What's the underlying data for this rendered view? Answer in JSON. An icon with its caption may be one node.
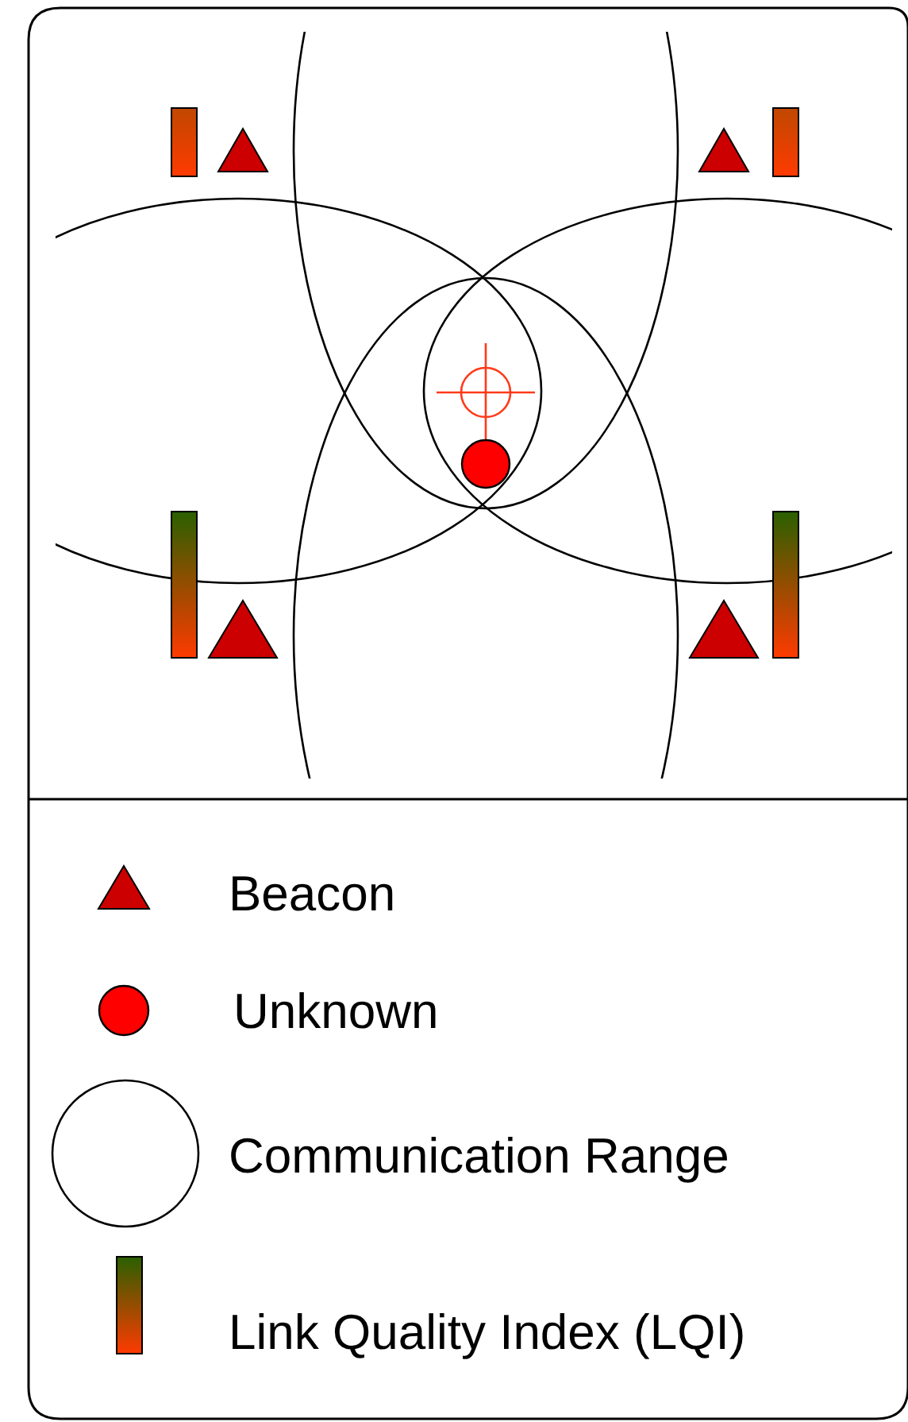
{
  "diagram": {
    "legend": [
      {
        "text": "Beacon"
      },
      {
        "text": "Unknown"
      },
      {
        "text": "Communication Range"
      },
      {
        "text": "Link Quality Index (LQI)"
      }
    ]
  }
}
